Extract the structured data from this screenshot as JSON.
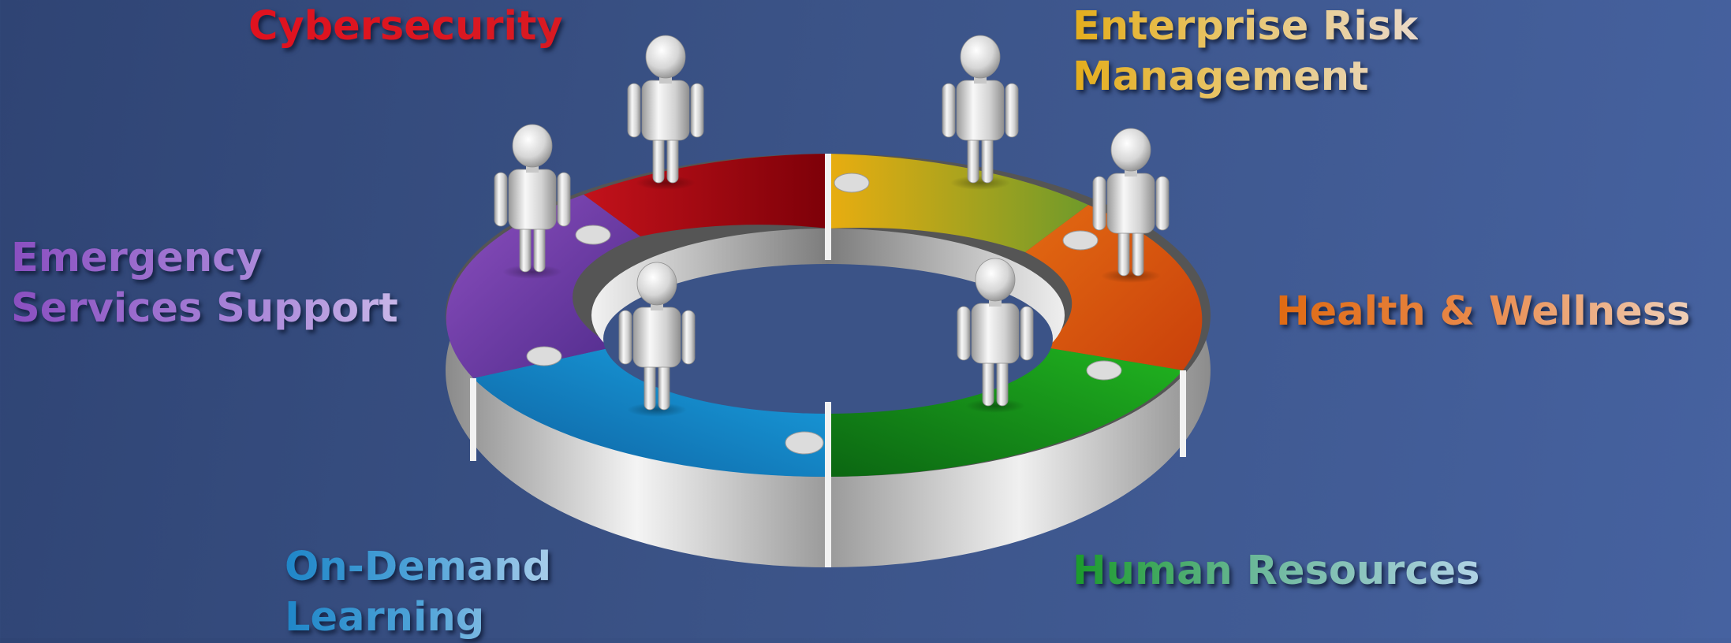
{
  "segments": [
    {
      "id": "cyber",
      "lines": [
        "Cybersecurity"
      ],
      "color": "#d0141e"
    },
    {
      "id": "erm",
      "lines": [
        "Enterprise Risk",
        "Management"
      ],
      "color": "#e2a91a"
    },
    {
      "id": "ess",
      "lines": [
        "Emergency",
        "Services Support"
      ],
      "color": "#8a4fb8"
    },
    {
      "id": "hw",
      "lines": [
        "Health & Wellness"
      ],
      "color": "#e0660f"
    },
    {
      "id": "odl",
      "lines": [
        "On-Demand",
        "Learning"
      ],
      "color": "#1c8bd0"
    },
    {
      "id": "hr",
      "lines": [
        "Human Resources"
      ],
      "color": "#13a01f"
    }
  ],
  "icons": {
    "figures": "person-figure-icon",
    "ring": "puzzle-ring"
  }
}
